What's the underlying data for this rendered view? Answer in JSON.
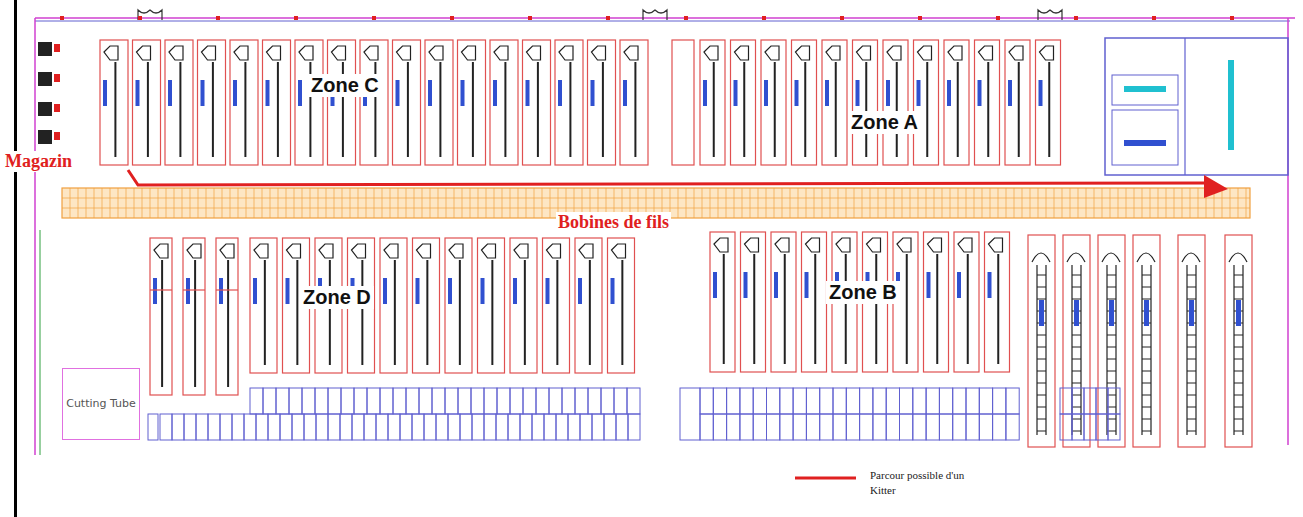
{
  "diagram": {
    "nodes": [
      {
        "text": [
          "Cutting Tube"
        ]
      }
    ],
    "labels": [
      "Zone C",
      "Zone A",
      "Magazin",
      "Bobines de fils",
      "Zone D",
      "Zone B"
    ],
    "legend": [
      {
        "text": "Parcour possible d'un Kitter"
      }
    ]
  }
}
